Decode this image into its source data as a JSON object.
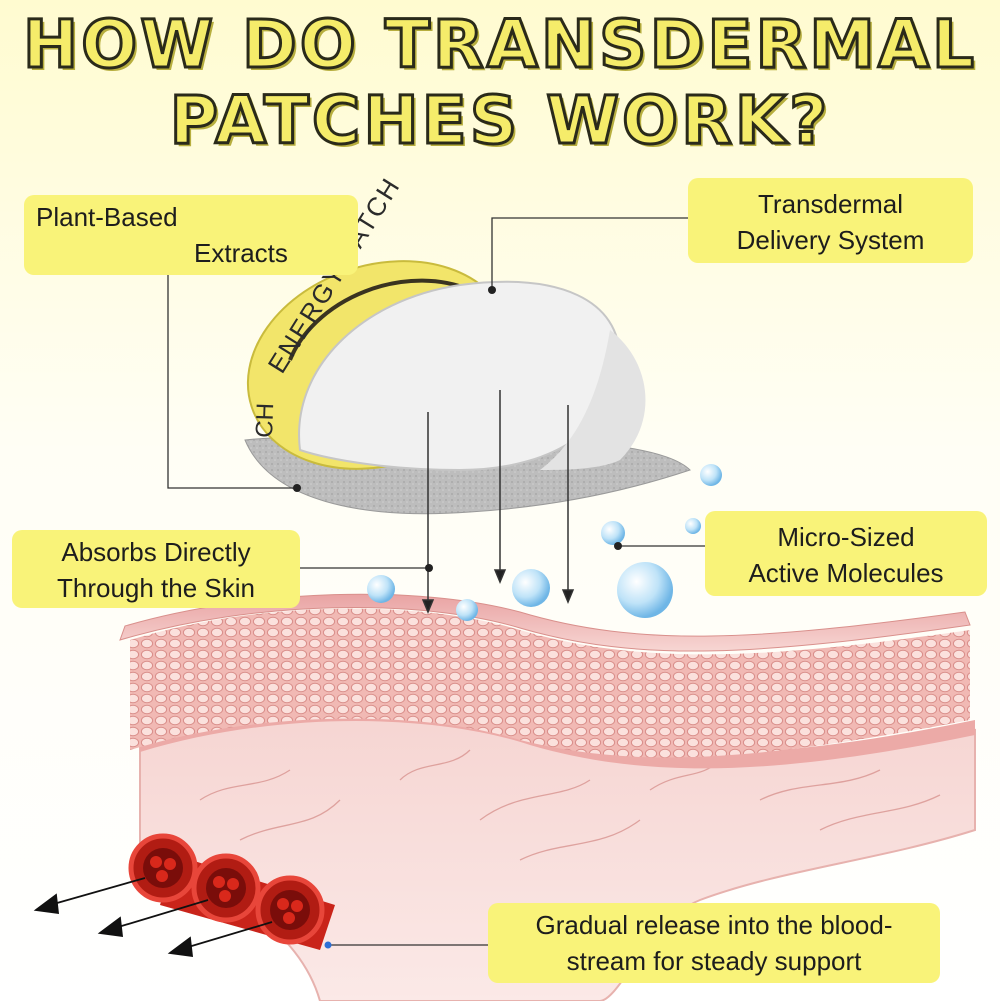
{
  "title": {
    "line1": "HOW DO TRANSDERMAL",
    "line2": "PATCHES WORK?"
  },
  "patch": {
    "imprint": "ENERGY PATCH",
    "imprint_edge": "CH"
  },
  "callouts": {
    "plant": {
      "line1": "Plant-Based",
      "line2": "Extracts"
    },
    "delivery": {
      "line1": "Transdermal",
      "line2": "Delivery System"
    },
    "absorbs": {
      "line1": "Absorbs Directly",
      "line2": "Through the Skin"
    },
    "molecules": {
      "line1": "Micro-Sized",
      "line2": "Active Molecules"
    },
    "release": {
      "line1": "Gradual release into the blood-",
      "line2": "stream for steady support"
    }
  },
  "colors": {
    "title_fill": "#f5ec6a",
    "callout_bg": "#f9f379",
    "patch_yellow": "#f2e56a",
    "skin_pink": "#f3c9c6",
    "vessel_red": "#d9281b",
    "bubble_blue": "#a9d8f5"
  }
}
